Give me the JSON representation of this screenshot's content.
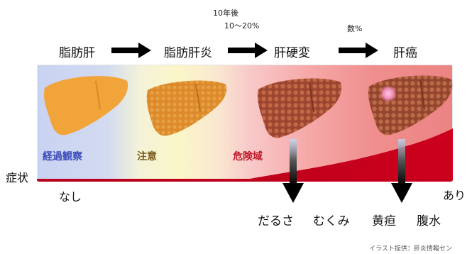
{
  "stages": [
    "脂肪肝",
    "脂肪肝炎",
    "肝硬変",
    "肝癌"
  ],
  "notes": {
    "duration": "10年後",
    "rate_cirrhosis": "10〜20%",
    "rate_cancer": "数%"
  },
  "zones": [
    {
      "label": "経過観察",
      "color": "#3a4bb8"
    },
    {
      "label": "注意",
      "color": "#7a5a1a"
    },
    {
      "label": "危険域",
      "color": "#c0182a"
    }
  ],
  "symptom_axis": {
    "title": "症状",
    "none": "なし",
    "present": "あり"
  },
  "symptoms": [
    "だるさ",
    "むくみ",
    "黄疸",
    "腹水"
  ],
  "credit": "イラスト提供：肝炎情報セン",
  "colors": {
    "healthy_liver": "#f0a43a",
    "fatty_liver": "#dc8a2a",
    "cirrhosis": "#b0553a",
    "cancer": "#a85a3c",
    "severity": "#b0001a"
  }
}
